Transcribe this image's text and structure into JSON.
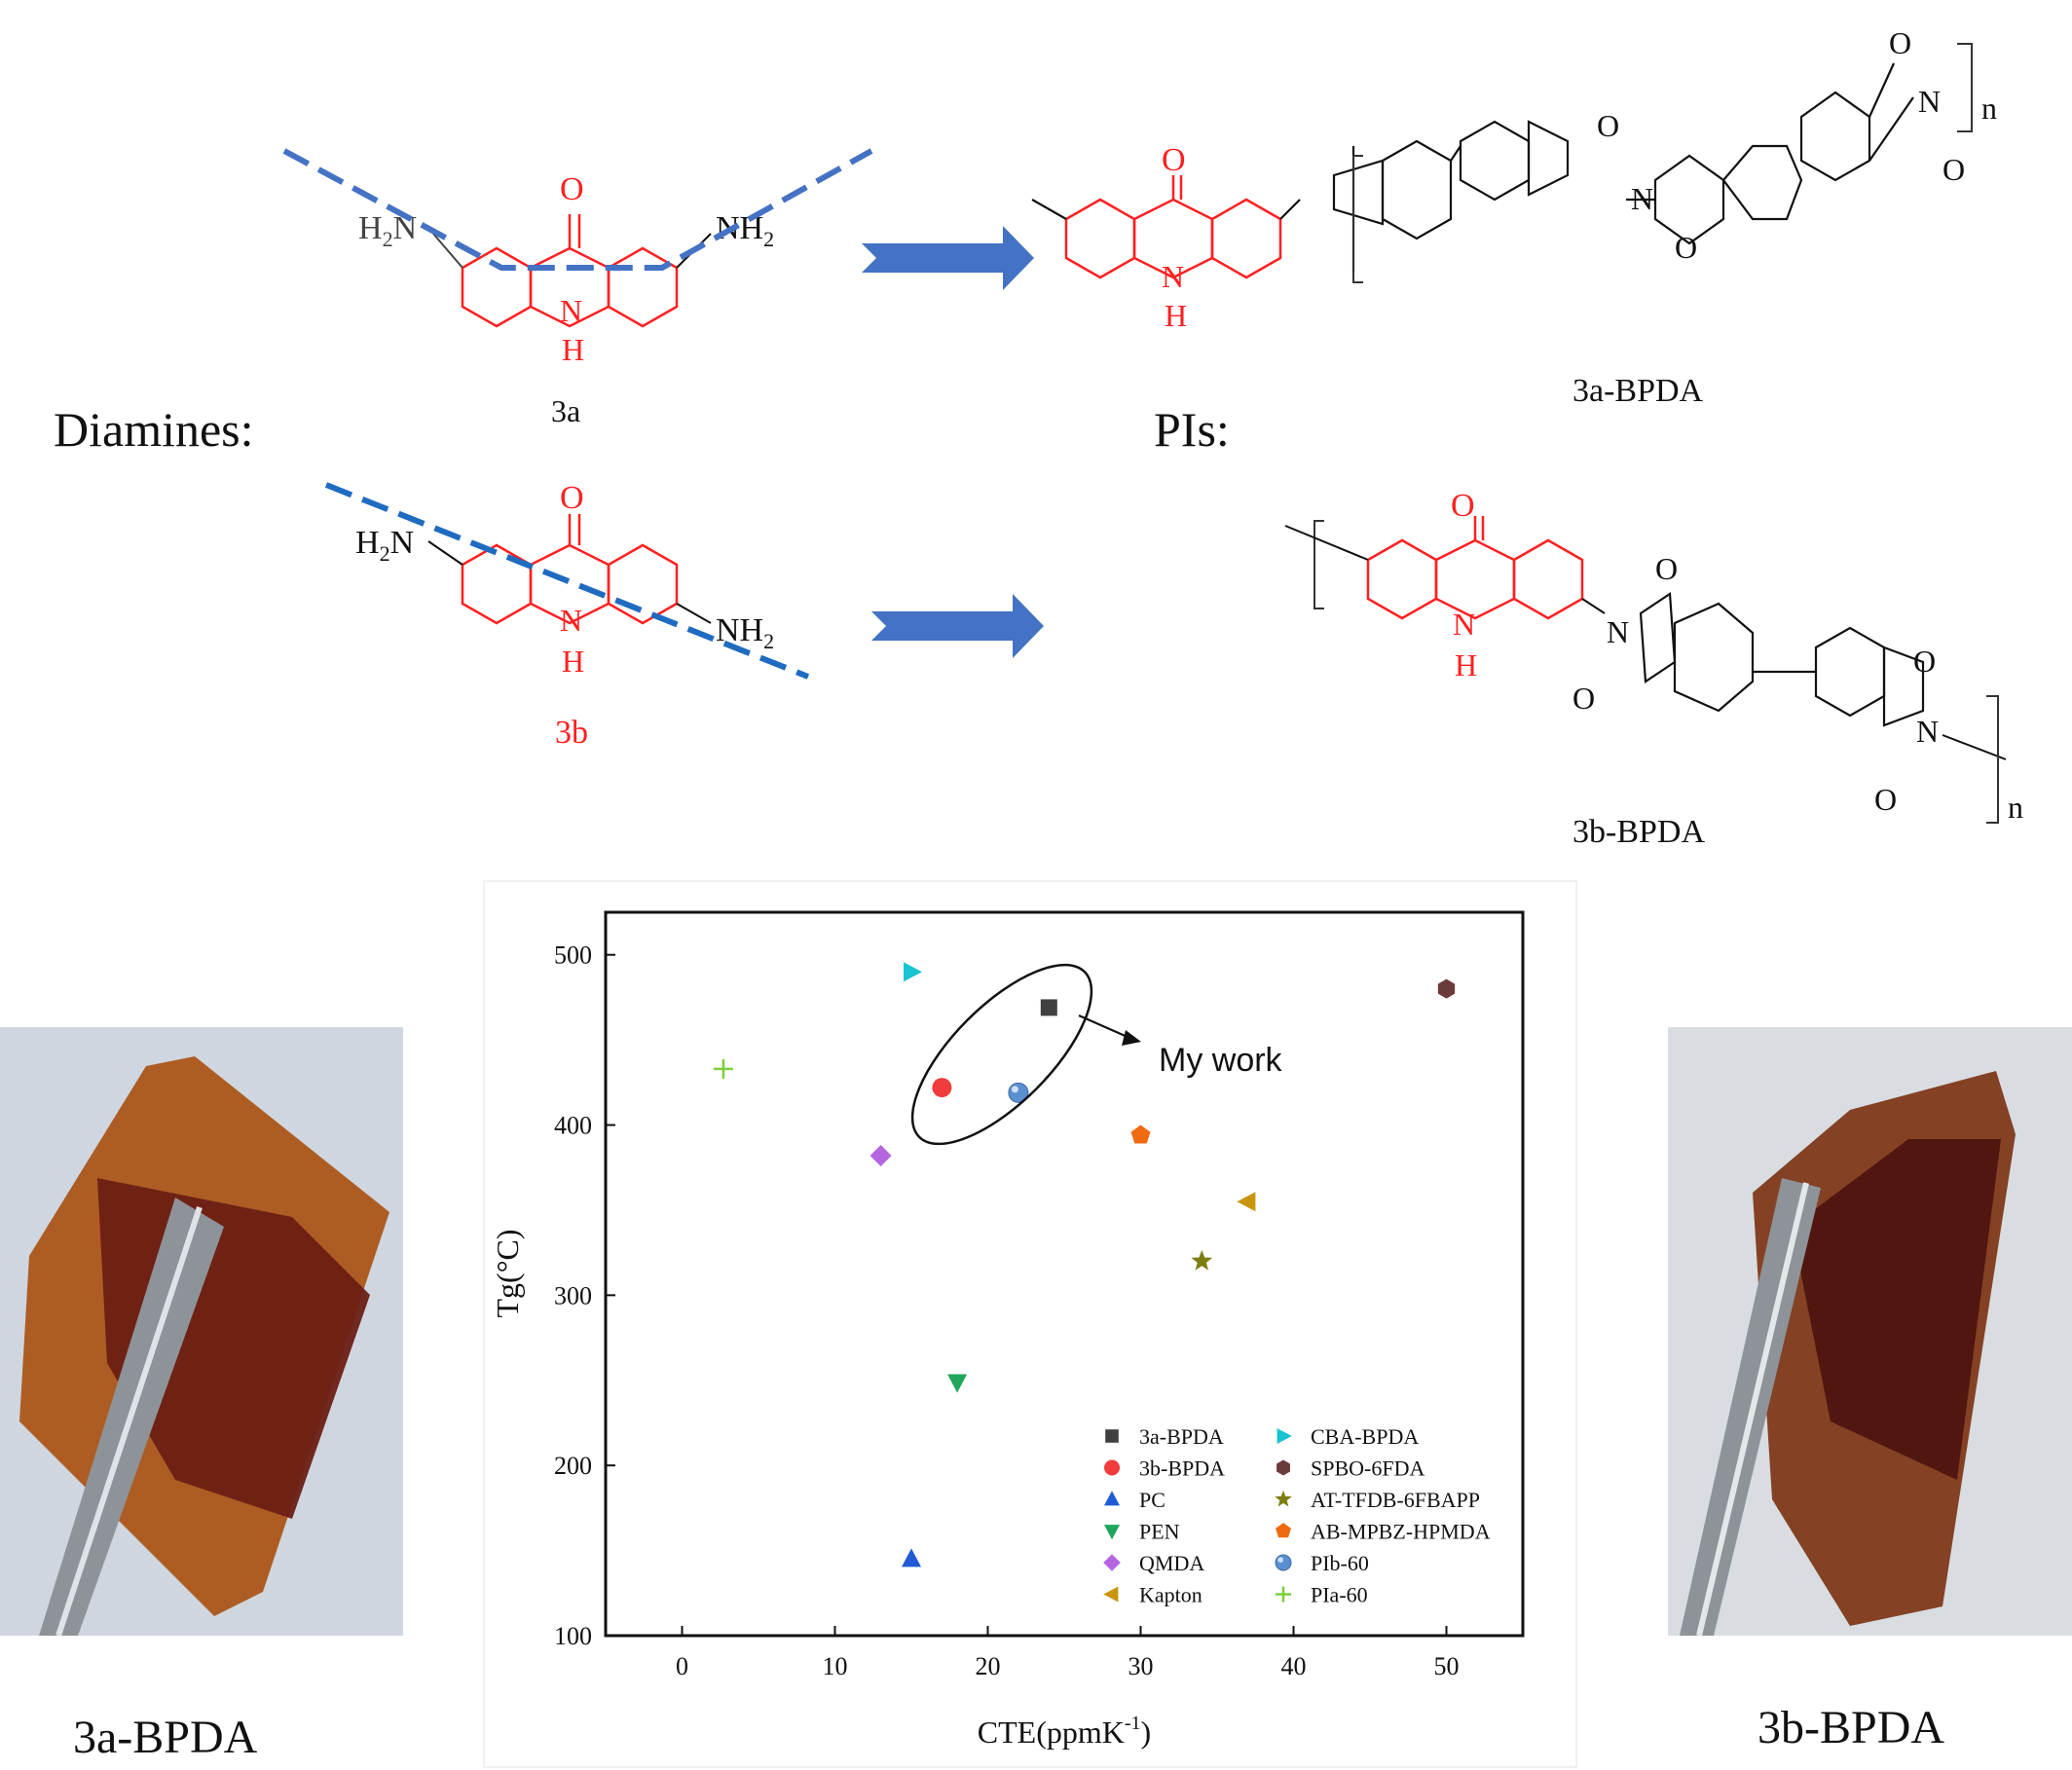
{
  "scheme": {
    "diamines_label": "Diamines:",
    "pis_label": "PIs:",
    "compound_3a": "3a",
    "compound_3b": "3b",
    "polymer_3a": "3a-BPDA",
    "polymer_3b": "3b-BPDA",
    "repeat_n": "n",
    "atom_O": "O",
    "atom_N": "N",
    "atom_H": "H",
    "amine_left": "H",
    "amine_left_sub": "2",
    "amine_left_N": "N",
    "amine_right": "NH",
    "amine_right_sub": "2",
    "color_red": "#ff2020",
    "color_blue": "#4472c4"
  },
  "photos": {
    "left_caption": "3a-BPDA",
    "right_caption": "3b-BPDA"
  },
  "chart_data": {
    "type": "scatter",
    "xlabel": "CTE(ppmK",
    "xlabel_sup": "-1",
    "xlabel_close": ")",
    "ylabel": "Tg(°C)",
    "xlim": [
      -5,
      55
    ],
    "ylim": [
      100,
      525
    ],
    "xticks": [
      0,
      10,
      20,
      30,
      40,
      50
    ],
    "yticks": [
      100,
      200,
      300,
      400,
      500
    ],
    "annotation": "My work",
    "series": [
      {
        "name": "3a-BPDA",
        "x": 24,
        "y": 469,
        "marker": "square",
        "color": "#404040"
      },
      {
        "name": "3b-BPDA",
        "x": 17,
        "y": 422,
        "marker": "circle",
        "color": "#f03c3c"
      },
      {
        "name": "PC",
        "x": 15,
        "y": 145,
        "marker": "triangle-up",
        "color": "#1f5bd6"
      },
      {
        "name": "PEN",
        "x": 18,
        "y": 249,
        "marker": "triangle-down",
        "color": "#1fa65a"
      },
      {
        "name": "QMDA",
        "x": 13,
        "y": 382,
        "marker": "diamond",
        "color": "#b466e0"
      },
      {
        "name": "Kapton",
        "x": 37,
        "y": 355,
        "marker": "triangle-left",
        "color": "#c8960c"
      },
      {
        "name": "CBA-BPDA",
        "x": 15,
        "y": 490,
        "marker": "triangle-right",
        "color": "#19c3d0"
      },
      {
        "name": "SPBO-6FDA",
        "x": 50,
        "y": 480,
        "marker": "hexagon",
        "color": "#6b3a3a"
      },
      {
        "name": "AT-TFDB-6FBAPP",
        "x": 34,
        "y": 320,
        "marker": "star",
        "color": "#7d7d10"
      },
      {
        "name": "AB-MPBZ-HPMDA",
        "x": 30,
        "y": 394,
        "marker": "pentagon",
        "color": "#f06a10"
      },
      {
        "name": "PIb-60",
        "x": 22,
        "y": 419,
        "marker": "sphere",
        "color": "#5a8fd0"
      },
      {
        "name": "PIa-60",
        "x": 2.7,
        "y": 433,
        "marker": "plus",
        "color": "#7ccf3a"
      }
    ]
  }
}
